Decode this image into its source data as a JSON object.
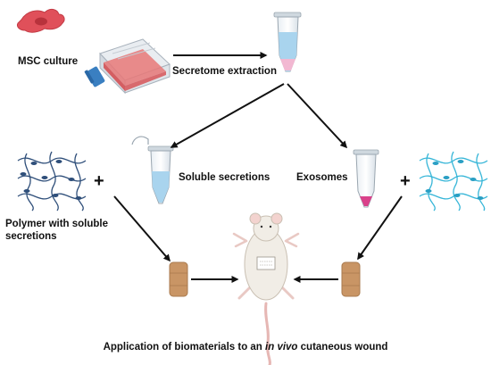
{
  "labels": {
    "msc_culture": "MSC culture",
    "secretome_extraction": "Secretome extraction",
    "soluble_secretions": "Soluble secretions",
    "exosomes": "Exosomes",
    "polymer_line1": "Polymer with soluble",
    "polymer_line2": "secretions",
    "plus": "+",
    "caption_before": "Application of biomaterials to an ",
    "caption_italic": "in vivo",
    "caption_after": " cutaneous wound"
  },
  "colors": {
    "cell": "#e0505a",
    "medium": "#e87878",
    "cap_blue": "#3a7fc1",
    "tube_liquid": "#a9d4ee",
    "exosome_pellet": "#d9418a",
    "polymer_dark": "#2f4f7a",
    "polymer_light": "#37b6d8",
    "bandage": "#c99565",
    "mouse_body": "#f1ede6"
  }
}
